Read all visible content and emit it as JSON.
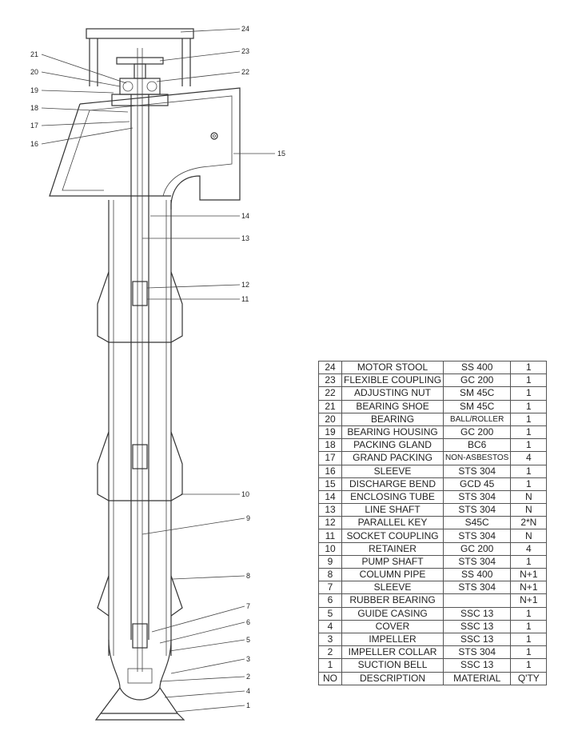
{
  "callouts": [
    "24",
    "23",
    "22",
    "21",
    "20",
    "19",
    "18",
    "17",
    "16",
    "15",
    "14",
    "13",
    "12",
    "11",
    "10",
    "9",
    "8",
    "7",
    "6",
    "5",
    "3",
    "2",
    "4",
    "1"
  ],
  "table": {
    "rows": [
      {
        "no": "24",
        "description": "MOTOR STOOL",
        "material": "SS 400",
        "qty": "1"
      },
      {
        "no": "23",
        "description": "FLEXIBLE COUPLING",
        "material": "GC 200",
        "qty": "1"
      },
      {
        "no": "22",
        "description": "ADJUSTING NUT",
        "material": "SM 45C",
        "qty": "1"
      },
      {
        "no": "21",
        "description": "BEARING SHOE",
        "material": "SM 45C",
        "qty": "1"
      },
      {
        "no": "20",
        "description": "BEARING",
        "material": "BALL/ROLLER",
        "qty": "1"
      },
      {
        "no": "19",
        "description": "BEARING HOUSING",
        "material": "GC 200",
        "qty": "1"
      },
      {
        "no": "18",
        "description": "PACKING GLAND",
        "material": "BC6",
        "qty": "1"
      },
      {
        "no": "17",
        "description": "GRAND PACKING",
        "material": "NON-ASBESTOS",
        "qty": "4"
      },
      {
        "no": "16",
        "description": "SLEEVE",
        "material": "STS 304",
        "qty": "1"
      },
      {
        "no": "15",
        "description": "DISCHARGE BEND",
        "material": "GCD 45",
        "qty": "1"
      },
      {
        "no": "14",
        "description": "ENCLOSING TUBE",
        "material": "STS 304",
        "qty": "N"
      },
      {
        "no": "13",
        "description": "LINE SHAFT",
        "material": "STS 304",
        "qty": "N"
      },
      {
        "no": "12",
        "description": "PARALLEL KEY",
        "material": "S45C",
        "qty": "2*N"
      },
      {
        "no": "11",
        "description": "SOCKET COUPLING",
        "material": "STS 304",
        "qty": "N"
      },
      {
        "no": "10",
        "description": "RETAINER",
        "material": "GC 200",
        "qty": "4"
      },
      {
        "no": "9",
        "description": "PUMP SHAFT",
        "material": "STS 304",
        "qty": "1"
      },
      {
        "no": "8",
        "description": "COLUMN PIPE",
        "material": "SS 400",
        "qty": "N+1"
      },
      {
        "no": "7",
        "description": "SLEEVE",
        "material": "STS 304",
        "qty": "N+1"
      },
      {
        "no": "6",
        "description": "RUBBER BEARING",
        "material": "",
        "qty": "N+1"
      },
      {
        "no": "5",
        "description": "GUIDE CASING",
        "material": "SSC 13",
        "qty": "1"
      },
      {
        "no": "4",
        "description": "COVER",
        "material": "SSC 13",
        "qty": "1"
      },
      {
        "no": "3",
        "description": "IMPELLER",
        "material": "SSC 13",
        "qty": "1"
      },
      {
        "no": "2",
        "description": "IMPELLER COLLAR",
        "material": "STS 304",
        "qty": "1"
      },
      {
        "no": "1",
        "description": "SUCTION BELL",
        "material": "SSC 13",
        "qty": "1"
      }
    ],
    "header": {
      "no": "NO",
      "description": "DESCRIPTION",
      "material": "MATERIAL",
      "qty": "Q'TY"
    }
  }
}
